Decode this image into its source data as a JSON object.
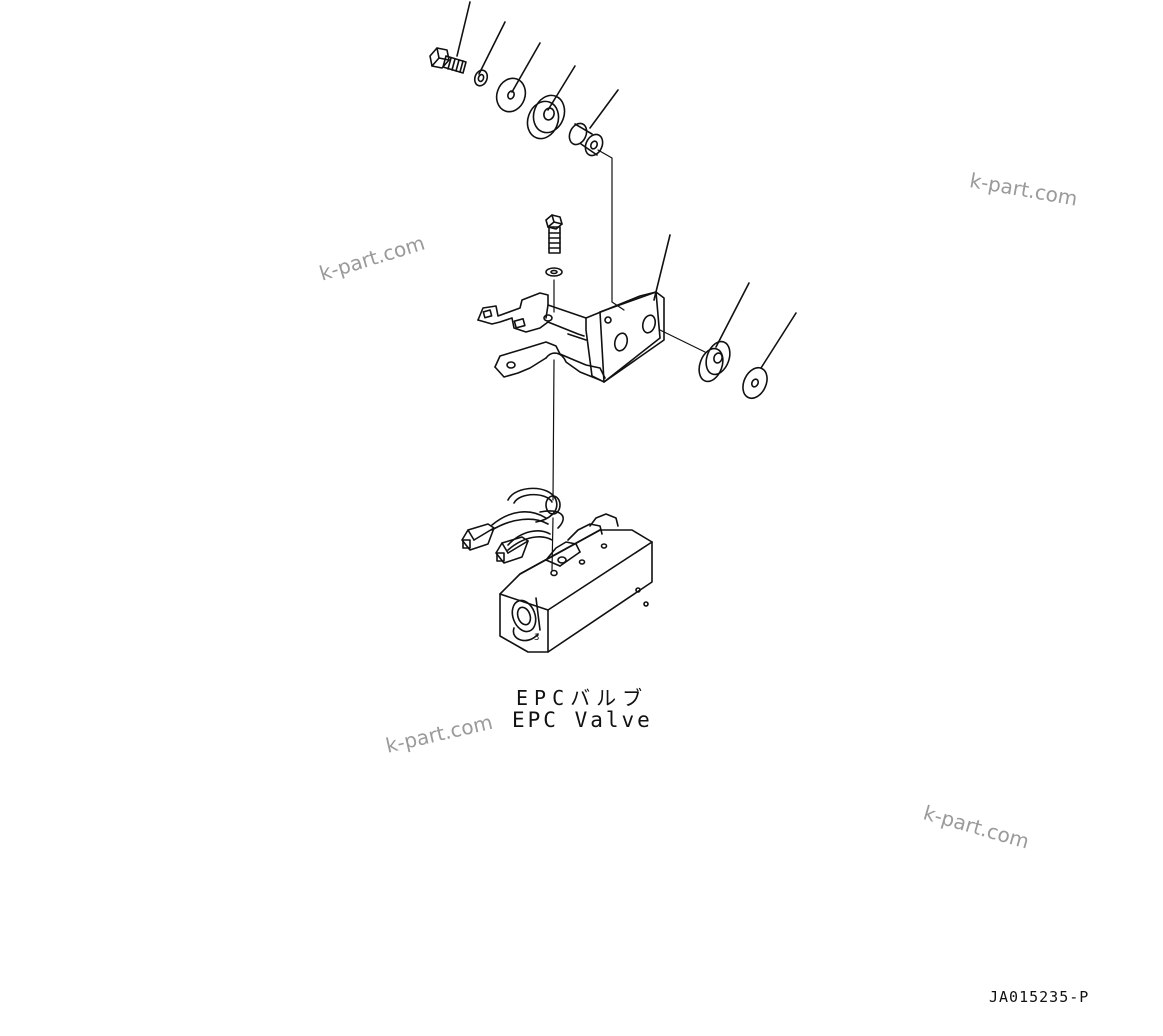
{
  "caption": {
    "japanese": "EPCバルブ",
    "english": "EPC Valve"
  },
  "drawing_code": "JA015235-P",
  "watermarks": [
    "k-part.com",
    "k-part.com",
    "k-part.com",
    "k-part.com"
  ],
  "colors": {
    "line": "#111111",
    "watermark": "#9a9a9a",
    "background": "#ffffff"
  }
}
